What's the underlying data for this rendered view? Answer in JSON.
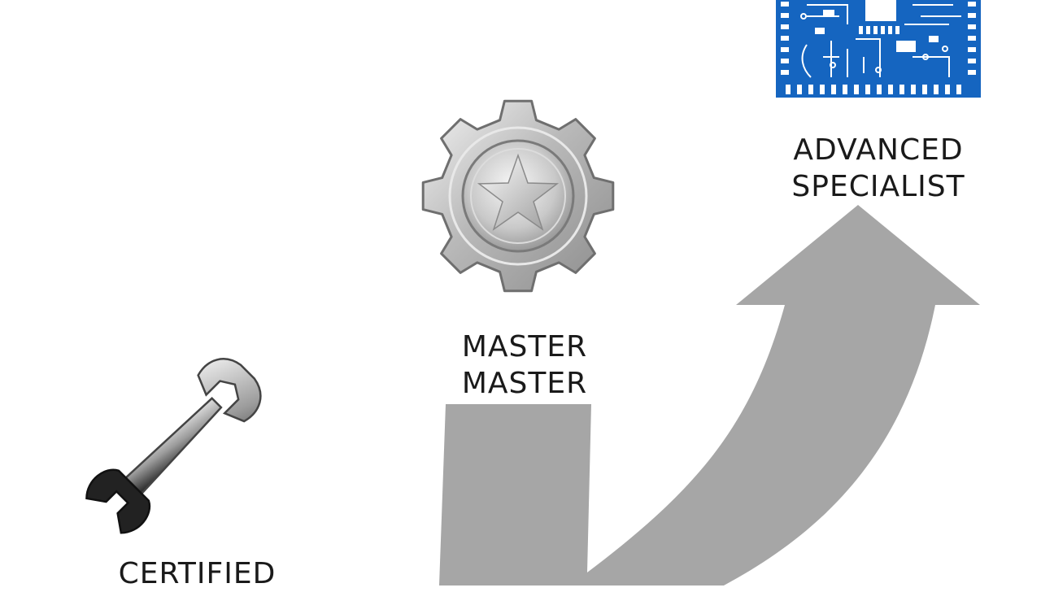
{
  "levels": [
    {
      "id": "certified",
      "lines": [
        "CERTIFIED"
      ],
      "icon": "wrench-icon"
    },
    {
      "id": "master",
      "lines": [
        "MASTER",
        "MASTER"
      ],
      "icon": "gear-star-icon"
    },
    {
      "id": "advanced",
      "lines": [
        "ADVANCED",
        "SPECIALIST"
      ],
      "icon": "circuit-chip-icon"
    }
  ],
  "colors": {
    "arrow": "#a6a6a6",
    "chip": "#1565c0",
    "text": "#1a1a1a",
    "background": "#ffffff"
  }
}
